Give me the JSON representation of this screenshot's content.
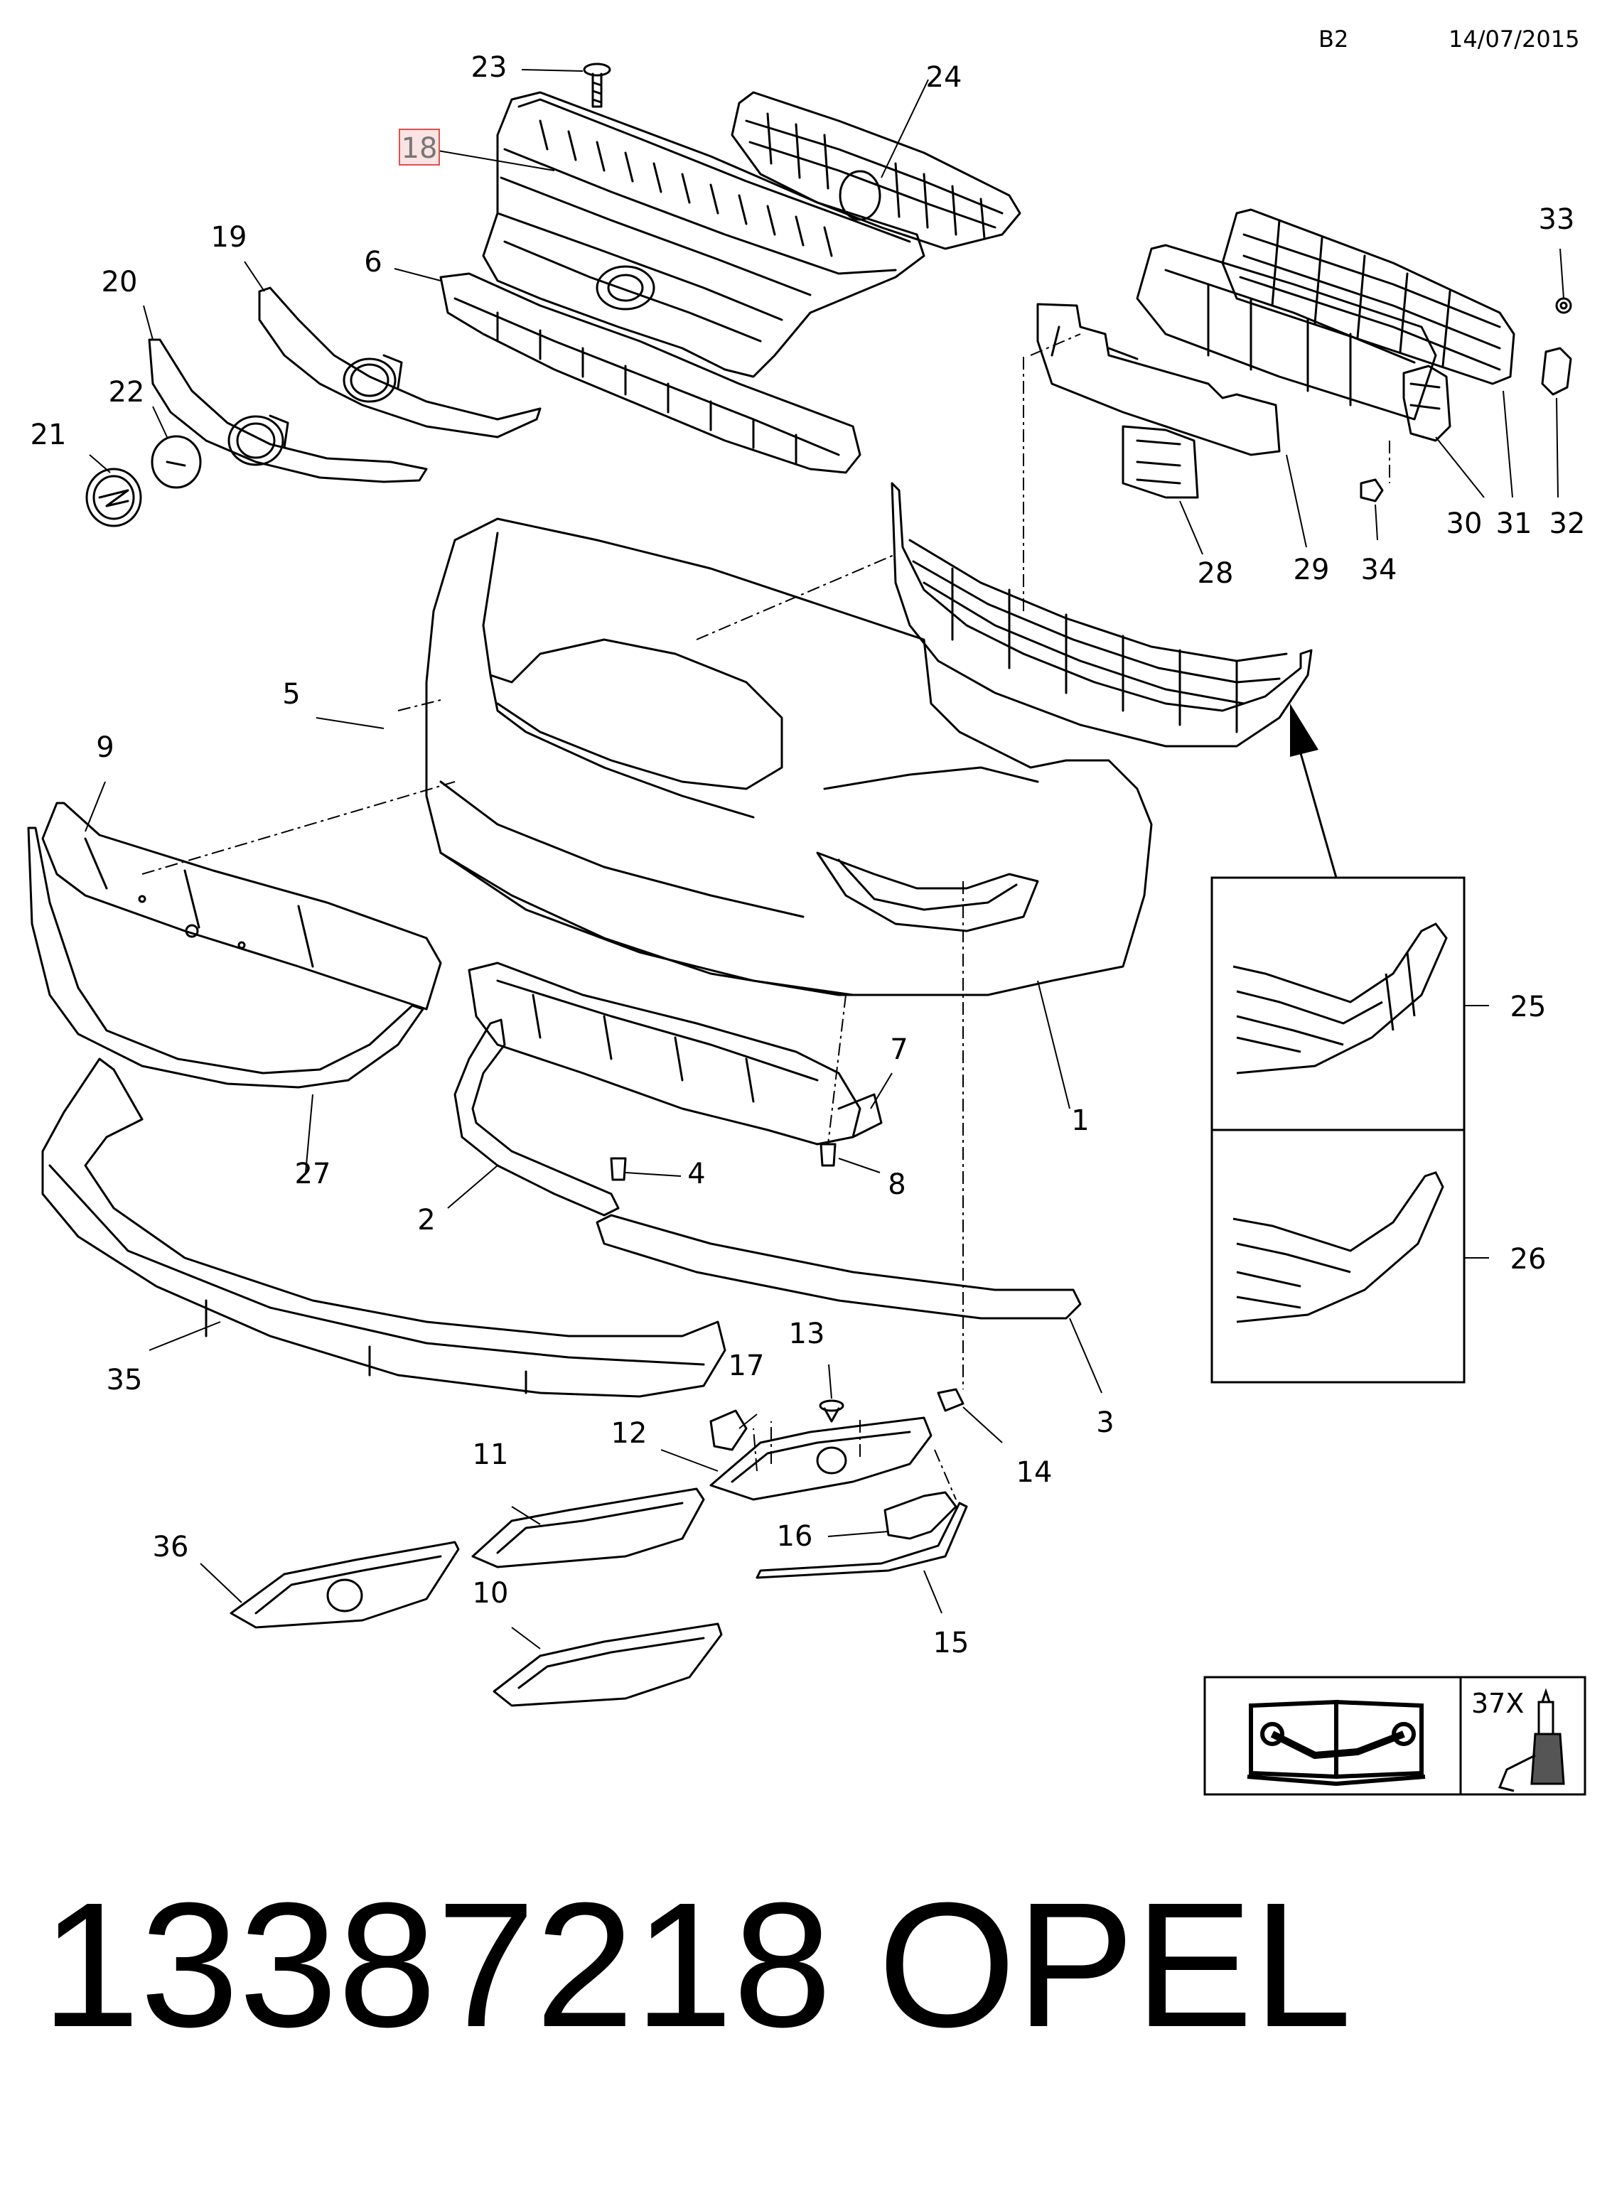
{
  "header": {
    "sheet": "B2",
    "date": "14/07/2015"
  },
  "callouts": [
    {
      "id": "1",
      "label": "1"
    },
    {
      "id": "2",
      "label": "2"
    },
    {
      "id": "3",
      "label": "3"
    },
    {
      "id": "4",
      "label": "4"
    },
    {
      "id": "5",
      "label": "5"
    },
    {
      "id": "6",
      "label": "6"
    },
    {
      "id": "7",
      "label": "7"
    },
    {
      "id": "8",
      "label": "8"
    },
    {
      "id": "9",
      "label": "9"
    },
    {
      "id": "10",
      "label": "10"
    },
    {
      "id": "11",
      "label": "11"
    },
    {
      "id": "12",
      "label": "12"
    },
    {
      "id": "13",
      "label": "13"
    },
    {
      "id": "14",
      "label": "14"
    },
    {
      "id": "15",
      "label": "15"
    },
    {
      "id": "16",
      "label": "16"
    },
    {
      "id": "17",
      "label": "17"
    },
    {
      "id": "18",
      "label": "18",
      "highlighted": true
    },
    {
      "id": "19",
      "label": "19"
    },
    {
      "id": "20",
      "label": "20"
    },
    {
      "id": "21",
      "label": "21"
    },
    {
      "id": "22",
      "label": "22"
    },
    {
      "id": "23",
      "label": "23"
    },
    {
      "id": "24",
      "label": "24"
    },
    {
      "id": "25",
      "label": "25"
    },
    {
      "id": "26",
      "label": "26"
    },
    {
      "id": "27",
      "label": "27"
    },
    {
      "id": "28",
      "label": "28"
    },
    {
      "id": "29",
      "label": "29"
    },
    {
      "id": "30",
      "label": "30"
    },
    {
      "id": "31",
      "label": "31"
    },
    {
      "id": "32",
      "label": "32"
    },
    {
      "id": "33",
      "label": "33"
    },
    {
      "id": "34",
      "label": "34"
    },
    {
      "id": "35",
      "label": "35"
    },
    {
      "id": "36",
      "label": "36"
    }
  ],
  "legend": {
    "adhesive_label": "37X",
    "manual_icon": "manual-wrench-icon",
    "adhesive_icon": "adhesive-tube-icon"
  },
  "footer": {
    "part_number": "13387218",
    "brand": "OPEL"
  },
  "colors": {
    "line": "#000000",
    "highlight": "#e05050",
    "highlight_fill": "#fbe3e3"
  }
}
